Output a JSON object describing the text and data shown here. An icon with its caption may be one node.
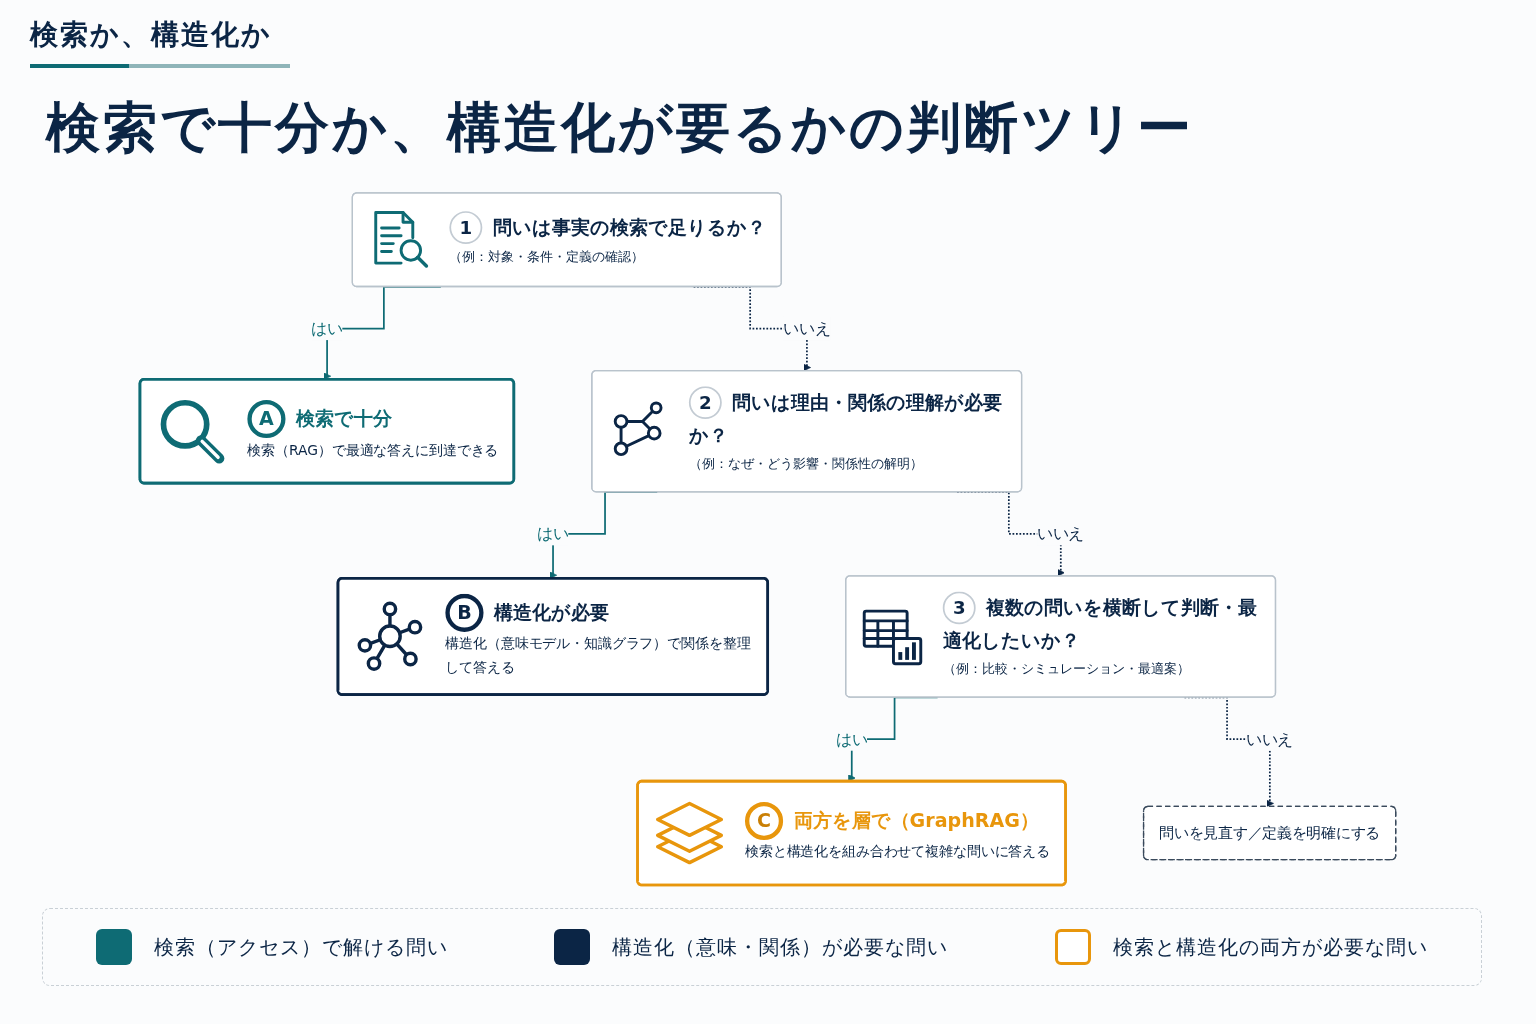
{
  "diagram": {
    "title": "検索で十分か、構造化が要るかの判断ツリー",
    "nodes": [
      {
        "text": [
          "1",
          "問いは事実の検索で足りるか？",
          "（例：対象・条件・定義の確認）"
        ]
      },
      {
        "text": [
          "A",
          "検索で十分",
          "検索（RAG）で最適な答えに到達できる"
        ]
      },
      {
        "text": [
          "2",
          "問いは理由・関係の理解が必要か？",
          "（例：なぜ・どう影響・関係性の解明）"
        ]
      },
      {
        "text": [
          "B",
          "構造化が必要",
          "構造化（意味モデル・知識グラフ）で関係を整理して答える"
        ]
      },
      {
        "text": [
          "3",
          "複数の問いを横断して判断・最適化したいか？",
          "（例：比較・シミュレーション・最適案）"
        ]
      },
      {
        "text": [
          "C",
          "両方を層で（GraphRAG）",
          "検索と構造化を組み合わせて複雑な問いに答える"
        ]
      },
      {
        "text": [
          "問いを見直す／定義を明確にする"
        ]
      }
    ],
    "edges": [
      {
        "from": 0,
        "to": 1,
        "arrow": "to",
        "label": "はい",
        "color": "#0e6b74"
      },
      {
        "from": 0,
        "to": 2,
        "arrow": "to",
        "label": "いいえ",
        "style": "dashed",
        "color": "#0b2545"
      },
      {
        "from": 2,
        "to": 3,
        "arrow": "to",
        "label": "はい",
        "color": "#0e6b74"
      },
      {
        "from": 2,
        "to": 4,
        "arrow": "to",
        "label": "いいえ",
        "style": "dashed",
        "color": "#0b2545"
      },
      {
        "from": 4,
        "to": 5,
        "arrow": "to",
        "label": "はい",
        "color": "#0e6b74"
      },
      {
        "from": 4,
        "to": 6,
        "arrow": "to",
        "label": "いいえ",
        "style": "dashed",
        "color": "#0b2545"
      }
    ],
    "labels": [
      "検索か、構造化か"
    ],
    "legend": [
      {
        "text": "検索（アクセス）で解ける問い",
        "color": "#0e6b74"
      },
      {
        "text": "構造化（意味・関係）が必要な問い",
        "color": "#0b2545"
      },
      {
        "text": "検索と構造化の両方が必要な問い",
        "color": "#e8960c"
      }
    ]
  }
}
